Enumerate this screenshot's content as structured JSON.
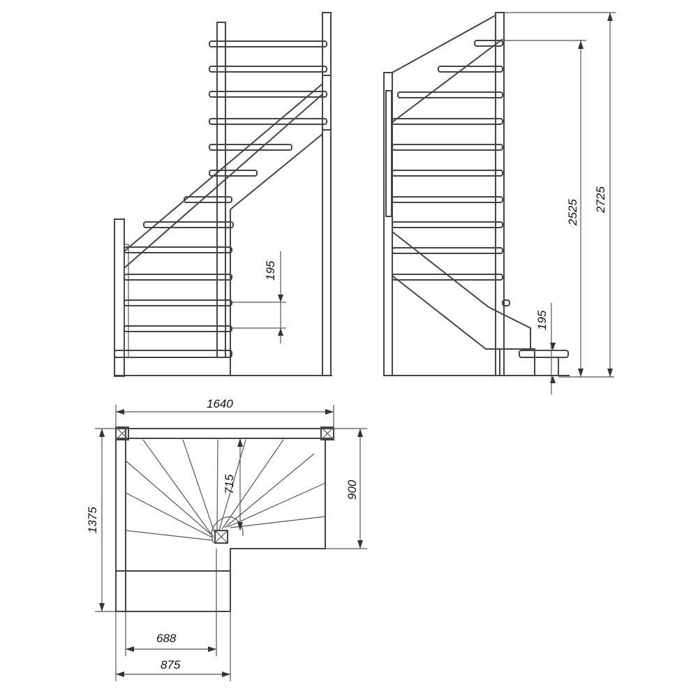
{
  "side_view": {
    "riser_height": "195"
  },
  "front_view": {
    "total_height": "2725",
    "floor_to_top_tread": "2525",
    "riser_height": "195"
  },
  "plan_view": {
    "overall_width": "1640",
    "overall_depth": "1375",
    "upper_flight_width": "900",
    "winder_radius": "715",
    "lower_flight_inner_width": "688",
    "lower_flight_width": "875"
  }
}
